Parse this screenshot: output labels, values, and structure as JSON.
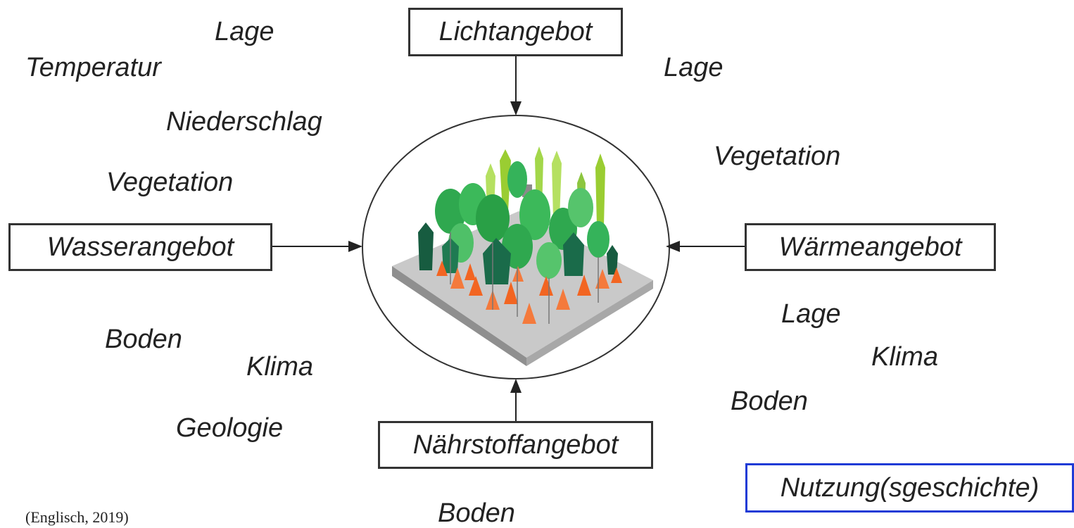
{
  "boxes": {
    "light": "Lichtangebot",
    "water": "Wasserangebot",
    "heat": "Wärmeangebot",
    "nutrient": "Nährstoffangebot",
    "usage": "Nutzung(sgeschichte)"
  },
  "labels": {
    "water_lage": "Lage",
    "water_temperatur": "Temperatur",
    "water_niederschlag": "Niederschlag",
    "water_vegetation": "Vegetation",
    "light_lage": "Lage",
    "light_vegetation": "Vegetation",
    "heat_lage": "Lage",
    "heat_klima": "Klima",
    "heat_boden": "Boden",
    "bottom_left_boden": "Boden",
    "bottom_left_klima": "Klima",
    "bottom_left_geologie": "Geologie",
    "nutrient_boden": "Boden"
  },
  "citation": "(Englisch, 2019)",
  "colors": {
    "box_border": "#333333",
    "usage_border": "#1f3bd6",
    "text": "#222222",
    "tree_dark": "#1a6b4a",
    "tree_mid": "#2fa84f",
    "tree_light": "#9acd32",
    "tree_orange": "#f26522",
    "ground": "#bdbdbd"
  }
}
